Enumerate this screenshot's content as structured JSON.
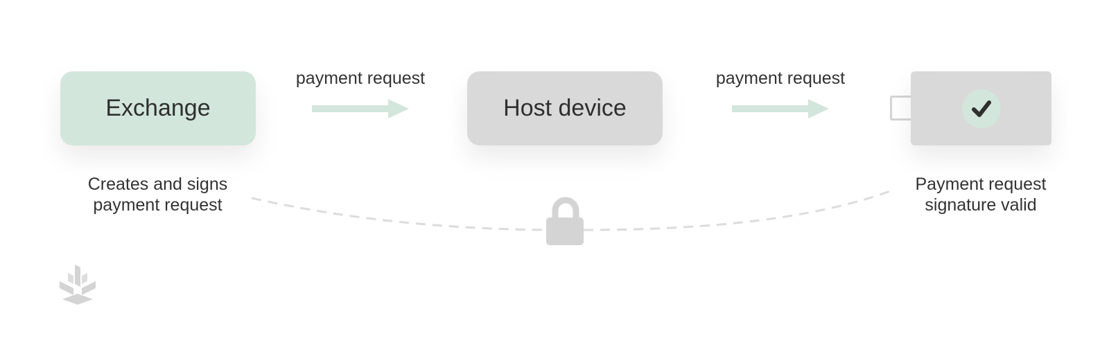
{
  "nodes": {
    "exchange": {
      "label": "Exchange"
    },
    "host": {
      "label": "Host device"
    }
  },
  "edges": {
    "first": {
      "label": "payment request"
    },
    "second": {
      "label": "payment request"
    }
  },
  "captions": {
    "left": {
      "line1": "Creates and signs",
      "line2": "payment request"
    },
    "right": {
      "line1": "Payment request",
      "line2": "signature valid"
    }
  },
  "icons": {
    "check": "checkmark-icon",
    "lock": "lock-icon",
    "logo": "brand-logo",
    "device": "hardware-device-icon"
  },
  "colors": {
    "exchange_fill": "#d3e6db",
    "host_fill": "#d9d9d9",
    "arrow": "#d3e6db",
    "lock": "#d4d4d4",
    "dashed_line": "#dcdcdc",
    "text": "#333333"
  }
}
